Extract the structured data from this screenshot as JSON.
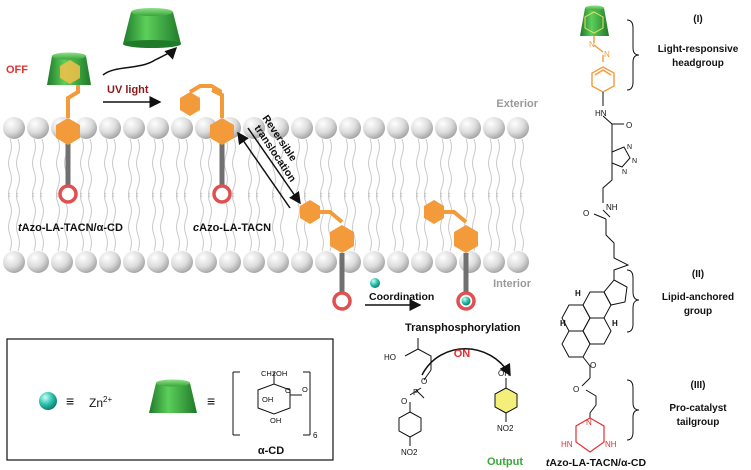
{
  "labels": {
    "off": "OFF",
    "uv_light": "UV light",
    "exterior": "Exterior",
    "interior": "Interior",
    "reversible": "Reversible",
    "translocation": "translocation",
    "coordination": "Coordination",
    "transphosphorylation": "Transphosphorylation",
    "on": "ON",
    "output": "Output",
    "trans_prefix": "t",
    "cis_prefix": "c",
    "trans_name": "Azo-LA-TACN/α-CD",
    "cis_name": "Azo-LA-TACN",
    "bottom_name": "Azo-LA-TACN/α-CD"
  },
  "segments": [
    {
      "roman": "(I)",
      "line1": "Light-responsive",
      "line2": "headgroup"
    },
    {
      "roman": "(II)",
      "line1": "Lipid-anchored",
      "line2": "group"
    },
    {
      "roman": "(III)",
      "line1": "Pro-catalyst",
      "line2": "tailgroup"
    }
  ],
  "legend": {
    "zn_label": "Zn",
    "zn_charge": "2+",
    "cd_label": "α-CD",
    "equiv": "≡"
  },
  "molecule_text": {
    "nh_top": "HN",
    "o_amide1": "O",
    "triazole_n": "N",
    "nh_mid": "NH",
    "o_amide2": "O",
    "h_label": "H",
    "o_ester": "O",
    "o_carbonyl": "O",
    "tacn_n": "N",
    "tacn_hn": "HN",
    "tacn_nh": "NH"
  },
  "substrate_text": {
    "ho": "HO",
    "o": "O",
    "p": "P",
    "oh": "OH",
    "no2": "NO2"
  },
  "cd_struct_text": {
    "ch2oh": "CH2OH",
    "oh": "OH",
    "o": "O",
    "six": "6"
  },
  "colors": {
    "orange": "#f39a3a",
    "green": "#2f9e3a",
    "red": "#e23030",
    "maroon": "#8b1a1a",
    "teal": "#2fb9a8",
    "output_green": "#3aa63a"
  }
}
